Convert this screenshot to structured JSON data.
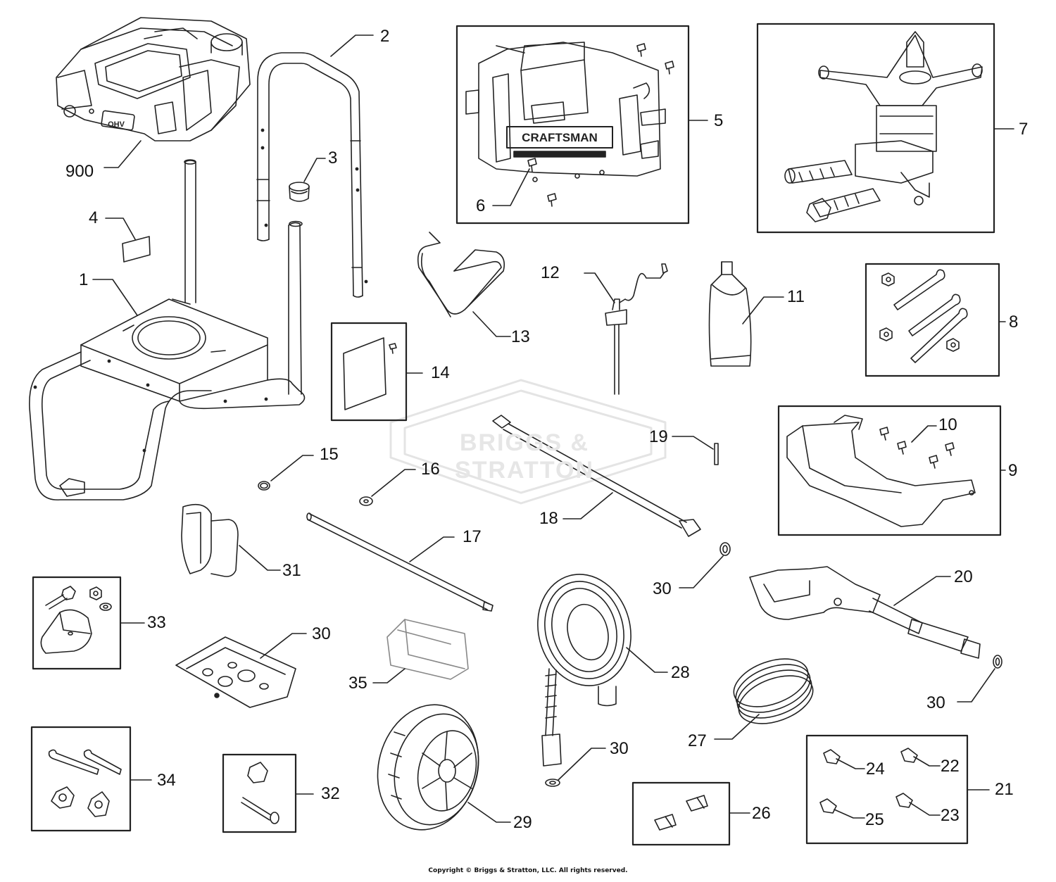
{
  "watermark_text": "BRIGGS & STRATTON",
  "copyright": "Copyright © Briggs & Stratton, LLC. All rights reserved.",
  "brand_label": "CRAFTSMAN",
  "engine_badge": "OHV",
  "callouts": {
    "c900": "900",
    "c1": "1",
    "c2": "2",
    "c3": "3",
    "c4": "4",
    "c5": "5",
    "c6": "6",
    "c7": "7",
    "c8": "8",
    "c9": "9",
    "c10": "10",
    "c11": "11",
    "c12": "12",
    "c13": "13",
    "c14": "14",
    "c15": "15",
    "c16": "16",
    "c17": "17",
    "c18": "18",
    "c19": "19",
    "c20": "20",
    "c21": "21",
    "c22": "22",
    "c23": "23",
    "c24": "24",
    "c25": "25",
    "c26": "26",
    "c27": "27",
    "c28": "28",
    "c29": "29",
    "c30a": "30",
    "c30b": "30",
    "c30c": "30",
    "c30d": "30",
    "c31": "31",
    "c32": "32",
    "c33": "33",
    "c34": "34",
    "c35": "35"
  }
}
